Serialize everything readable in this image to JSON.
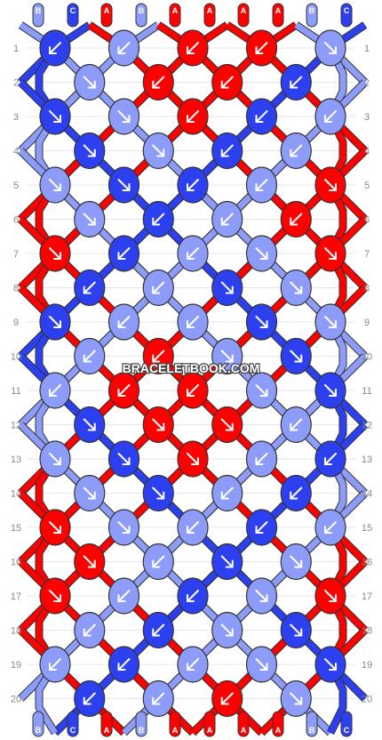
{
  "watermark": "BRACELETBOOK.COM",
  "colors": {
    "A": "#ff0000",
    "B": "#8c9cf8",
    "C": "#2c40f0",
    "line": "#e6e6e6",
    "row_text": "#888888"
  },
  "strings_top": [
    "B",
    "C",
    "A",
    "B",
    "A",
    "A",
    "A",
    "A",
    "B",
    "C"
  ],
  "strings_bottom": [
    "B",
    "C",
    "A",
    "B",
    "A",
    "A",
    "A",
    "A",
    "B",
    "C"
  ],
  "row_labels": [
    "1",
    "2",
    "3",
    "4",
    "5",
    "6",
    "7",
    "8",
    "9",
    "10",
    "11",
    "12",
    "13",
    "14",
    "15",
    "16",
    "17",
    "18",
    "19",
    "20"
  ],
  "knots": [
    [
      {
        "c": "C",
        "d": "sw"
      },
      {
        "c": "B",
        "d": "sw"
      },
      {
        "c": "A",
        "d": "sw"
      },
      {
        "c": "A",
        "d": "sw"
      },
      {
        "c": "B",
        "d": "se"
      }
    ],
    [
      {
        "c": "B",
        "d": "se"
      },
      {
        "c": "A",
        "d": "sw"
      },
      {
        "c": "A",
        "d": "sw"
      },
      {
        "c": "C",
        "d": "sw"
      }
    ],
    [
      {
        "c": "C",
        "d": "se"
      },
      {
        "c": "B",
        "d": "se"
      },
      {
        "c": "A",
        "d": "sw"
      },
      {
        "c": "C",
        "d": "sw"
      },
      {
        "c": "B",
        "d": "sw"
      }
    ],
    [
      {
        "c": "C",
        "d": "se"
      },
      {
        "c": "B",
        "d": "se"
      },
      {
        "c": "C",
        "d": "sw"
      },
      {
        "c": "B",
        "d": "sw"
      }
    ],
    [
      {
        "c": "B",
        "d": "se"
      },
      {
        "c": "C",
        "d": "se"
      },
      {
        "c": "C",
        "d": "sw"
      },
      {
        "c": "B",
        "d": "sw"
      },
      {
        "c": "A",
        "d": "se"
      }
    ],
    [
      {
        "c": "B",
        "d": "se"
      },
      {
        "c": "C",
        "d": "sw"
      },
      {
        "c": "B",
        "d": "sw"
      },
      {
        "c": "A",
        "d": "sw"
      }
    ],
    [
      {
        "c": "A",
        "d": "se"
      },
      {
        "c": "C",
        "d": "sw"
      },
      {
        "c": "B",
        "d": "sw"
      },
      {
        "c": "B",
        "d": "se"
      },
      {
        "c": "A",
        "d": "se"
      }
    ],
    [
      {
        "c": "C",
        "d": "sw"
      },
      {
        "c": "B",
        "d": "sw"
      },
      {
        "c": "C",
        "d": "se"
      },
      {
        "c": "B",
        "d": "se"
      }
    ],
    [
      {
        "c": "C",
        "d": "se"
      },
      {
        "c": "B",
        "d": "sw"
      },
      {
        "c": "B",
        "d": "sw"
      },
      {
        "c": "C",
        "d": "se"
      },
      {
        "c": "B",
        "d": "se"
      }
    ],
    [
      {
        "c": "B",
        "d": "sw"
      },
      {
        "c": "A",
        "d": "sw"
      },
      {
        "c": "B",
        "d": "se"
      },
      {
        "c": "C",
        "d": "se"
      }
    ],
    [
      {
        "c": "B",
        "d": "sw"
      },
      {
        "c": "A",
        "d": "sw"
      },
      {
        "c": "A",
        "d": "sw"
      },
      {
        "c": "B",
        "d": "se"
      },
      {
        "c": "C",
        "d": "se"
      }
    ],
    [
      {
        "c": "C",
        "d": "se"
      },
      {
        "c": "A",
        "d": "se"
      },
      {
        "c": "A",
        "d": "se"
      },
      {
        "c": "B",
        "d": "sw"
      }
    ],
    [
      {
        "c": "B",
        "d": "se"
      },
      {
        "c": "C",
        "d": "se"
      },
      {
        "c": "A",
        "d": "se"
      },
      {
        "c": "B",
        "d": "sw"
      },
      {
        "c": "C",
        "d": "sw"
      }
    ],
    [
      {
        "c": "B",
        "d": "se"
      },
      {
        "c": "C",
        "d": "se"
      },
      {
        "c": "B",
        "d": "sw"
      },
      {
        "c": "C",
        "d": "sw"
      }
    ],
    [
      {
        "c": "A",
        "d": "se"
      },
      {
        "c": "B",
        "d": "se"
      },
      {
        "c": "B",
        "d": "sw"
      },
      {
        "c": "C",
        "d": "sw"
      },
      {
        "c": "B",
        "d": "sw"
      }
    ],
    [
      {
        "c": "A",
        "d": "se"
      },
      {
        "c": "B",
        "d": "sw"
      },
      {
        "c": "C",
        "d": "se"
      },
      {
        "c": "B",
        "d": "se"
      }
    ],
    [
      {
        "c": "A",
        "d": "se"
      },
      {
        "c": "B",
        "d": "sw"
      },
      {
        "c": "C",
        "d": "sw"
      },
      {
        "c": "B",
        "d": "se"
      },
      {
        "c": "A",
        "d": "se"
      }
    ],
    [
      {
        "c": "B",
        "d": "sw"
      },
      {
        "c": "C",
        "d": "sw"
      },
      {
        "c": "B",
        "d": "se"
      },
      {
        "c": "C",
        "d": "se"
      }
    ],
    [
      {
        "c": "B",
        "d": "sw"
      },
      {
        "c": "C",
        "d": "sw"
      },
      {
        "c": "B",
        "d": "sw"
      },
      {
        "c": "B",
        "d": "se"
      },
      {
        "c": "C",
        "d": "se"
      }
    ],
    [
      {
        "c": "C",
        "d": "sw"
      },
      {
        "c": "B",
        "d": "sw"
      },
      {
        "c": "A",
        "d": "sw"
      },
      {
        "c": "B",
        "d": "se"
      }
    ]
  ]
}
